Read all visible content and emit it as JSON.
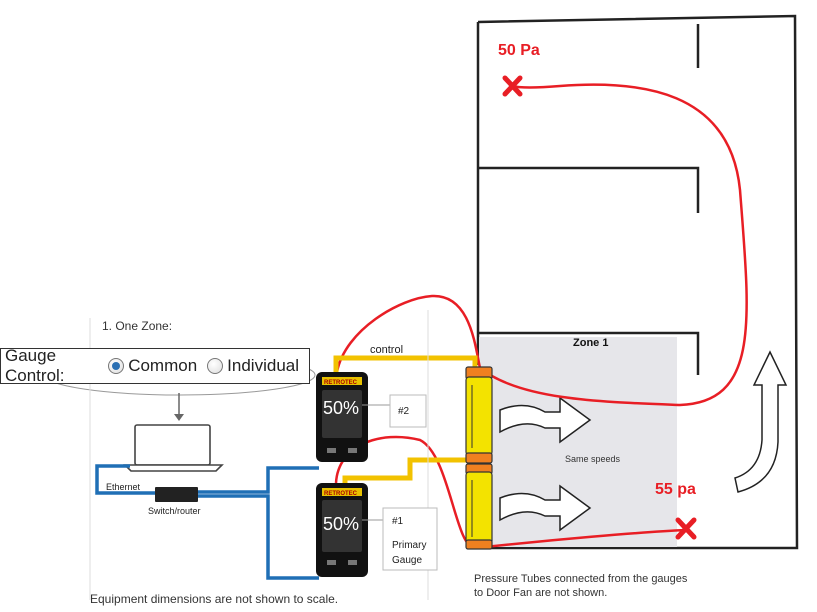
{
  "section_heading": "1. One Zone:",
  "gauge_control": {
    "title": "Gauge Control:",
    "options": [
      "Common",
      "Individual"
    ],
    "selected": "Common"
  },
  "labels": {
    "ethernet": "Ethernet",
    "switch_router": "Switch/router",
    "control": "control",
    "gauge_2": "#2",
    "gauge_1": "#1",
    "gauge_1_role_line1": "Primary",
    "gauge_1_role_line2": "Gauge",
    "zone": "Zone 1",
    "same_speeds": "Same speeds",
    "pressure_top": "50 Pa",
    "pressure_bottom": "55 pa",
    "footer_left": "Equipment dimensions are not shown to scale.",
    "footer_right_line1": "Pressure Tubes connected from the gauges",
    "footer_right_line2": "to Door Fan are not shown."
  },
  "gauges": [
    {
      "id": "gauge-2",
      "brand": "RETROTEC",
      "display": "50%"
    },
    {
      "id": "gauge-1",
      "brand": "RETROTEC",
      "display": "50%"
    }
  ],
  "colors": {
    "tube_red": "#e81e25",
    "control_yellow": "#f2c200",
    "ethernet_blue": "#1f6fb5",
    "fan_yellow": "#f3e300",
    "zone_fill": "#e6e6ea"
  }
}
